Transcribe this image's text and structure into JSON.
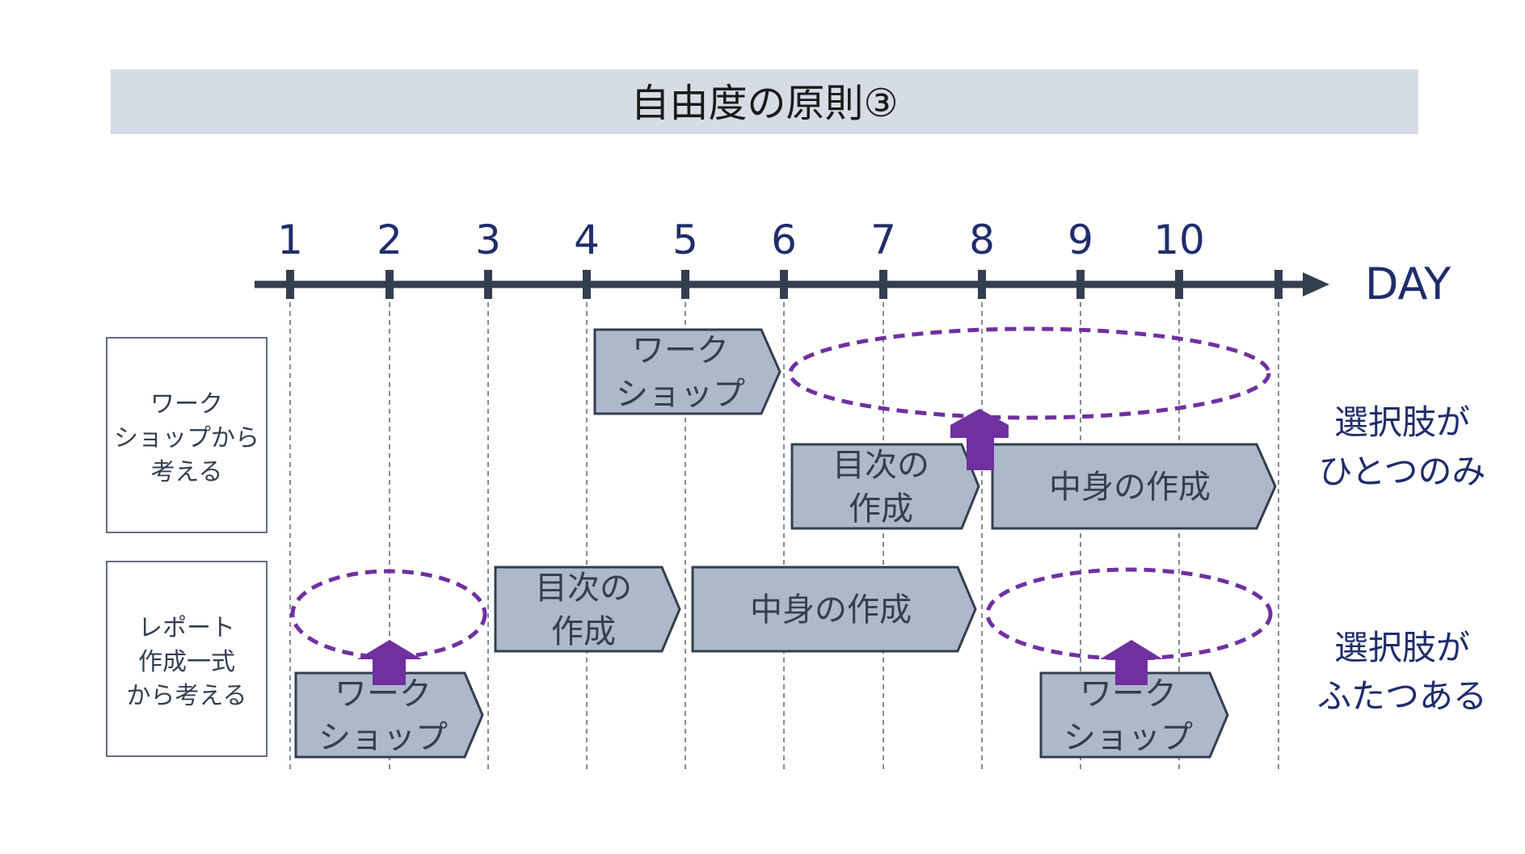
{
  "title": "自由度の原則③",
  "axis": {
    "unit_label": "DAY",
    "days": [
      "1",
      "2",
      "3",
      "4",
      "5",
      "6",
      "7",
      "8",
      "9",
      "10"
    ]
  },
  "rows": [
    {
      "label_lines": [
        "ワーク",
        "ショップから",
        "考える"
      ],
      "blocks": [
        {
          "lines": [
            "ワーク",
            "ショップ"
          ],
          "start": 4,
          "end": 6
        },
        {
          "lines": [
            "目次の",
            "作成"
          ],
          "start": 6,
          "end": 8
        },
        {
          "lines": [
            "中身の作成"
          ],
          "start": 8,
          "end": 11
        }
      ],
      "note_lines": [
        "選択肢が",
        "ひとつのみ"
      ]
    },
    {
      "label_lines": [
        "レポート",
        "作成一式",
        "から考える"
      ],
      "blocks": [
        {
          "lines": [
            "目次の",
            "作成"
          ],
          "start": 3,
          "end": 5
        },
        {
          "lines": [
            "中身の作成"
          ],
          "start": 5,
          "end": 8
        },
        {
          "lines": [
            "ワーク",
            "ショップ"
          ],
          "start": 1,
          "end": 3
        },
        {
          "lines": [
            "ワーク",
            "ショップ"
          ],
          "start": 8.5,
          "end": 10.5
        }
      ],
      "note_lines": [
        "選択肢が",
        "ふたつある"
      ]
    }
  ],
  "colors": {
    "title_band": "#d6dce5",
    "axis": "#333f50",
    "day_number": "#1f2d6b",
    "block_fill": "#adb9ca",
    "block_stroke": "#333f50",
    "block_text": "#333f50",
    "choice_ellipse": "#7030a0",
    "choice_arrow": "#7030a0",
    "note_text": "#1f2d6b"
  }
}
